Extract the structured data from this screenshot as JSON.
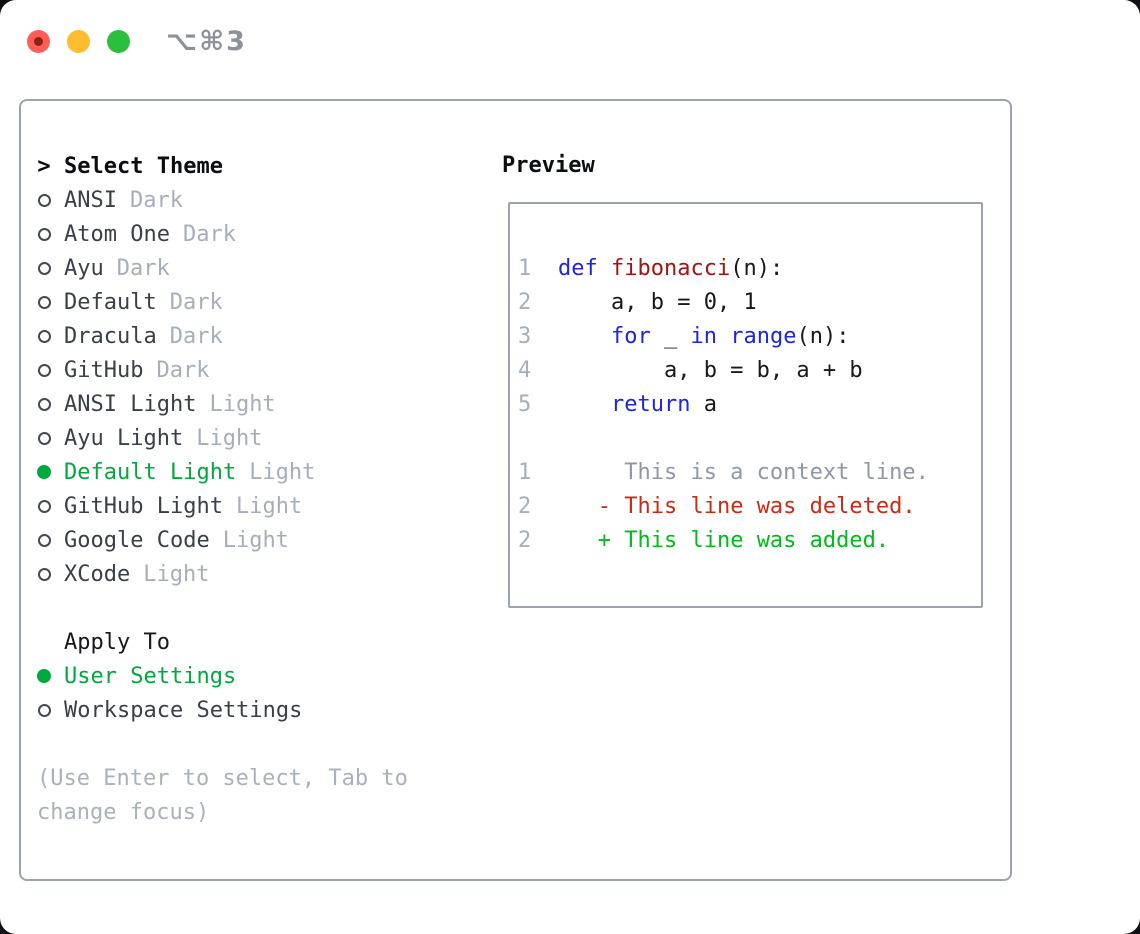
{
  "titlebar": {
    "title": "⌥⌘3",
    "controls": [
      "close",
      "minimize",
      "maximize"
    ]
  },
  "colors": {
    "traffic_close": "#ff5d55",
    "traffic_minimize": "#febc2f",
    "traffic_maximize": "#2ac03e",
    "panel_border": "#9aa3ae",
    "selected_green": "#00a83e",
    "muted_gray": "#a6aebb",
    "item_text": "#3a4048",
    "keyword_blue": "#1d24e2",
    "function_red": "#a31414",
    "diff_deleted": "#cb2a15",
    "diff_added": "#00bc18"
  },
  "theme_list": {
    "prompt": ">",
    "title": "Select Theme",
    "items": [
      {
        "name": "ANSI",
        "variant": "Dark",
        "selected": false
      },
      {
        "name": "Atom One",
        "variant": "Dark",
        "selected": false
      },
      {
        "name": "Ayu",
        "variant": "Dark",
        "selected": false
      },
      {
        "name": "Default",
        "variant": "Dark",
        "selected": false
      },
      {
        "name": "Dracula",
        "variant": "Dark",
        "selected": false
      },
      {
        "name": "GitHub",
        "variant": "Dark",
        "selected": false
      },
      {
        "name": "ANSI Light",
        "variant": "Light",
        "selected": false
      },
      {
        "name": "Ayu Light",
        "variant": "Light",
        "selected": false
      },
      {
        "name": "Default Light",
        "variant": "Light",
        "selected": true
      },
      {
        "name": "GitHub Light",
        "variant": "Light",
        "selected": false
      },
      {
        "name": "Google Code",
        "variant": "Light",
        "selected": false
      },
      {
        "name": "XCode",
        "variant": "Light",
        "selected": false
      }
    ]
  },
  "apply_to": {
    "title": "Apply To",
    "options": [
      {
        "label": "User Settings",
        "selected": true
      },
      {
        "label": "Workspace Settings",
        "selected": false
      }
    ]
  },
  "hint": {
    "line1": "(Use Enter to select, Tab to",
    "line2": "change focus)"
  },
  "preview": {
    "title": "Preview",
    "lines": [
      {
        "num": "1",
        "kind": "code",
        "tokens": [
          [
            "def",
            "kw"
          ],
          [
            " ",
            "pl"
          ],
          [
            "fibonacci",
            "fn"
          ],
          [
            "(n):",
            "pl"
          ]
        ]
      },
      {
        "num": "2",
        "kind": "code",
        "tokens": [
          [
            "    a, b = 0, 1",
            "pl"
          ]
        ]
      },
      {
        "num": "3",
        "kind": "code",
        "tokens": [
          [
            "    ",
            "pl"
          ],
          [
            "for",
            "kw"
          ],
          [
            " _ ",
            "pl"
          ],
          [
            "in",
            "kw"
          ],
          [
            " ",
            "pl"
          ],
          [
            "range",
            "kw"
          ],
          [
            "(n):",
            "pl"
          ]
        ]
      },
      {
        "num": "4",
        "kind": "code",
        "tokens": [
          [
            "        a, b = b, a + b",
            "pl"
          ]
        ]
      },
      {
        "num": "5",
        "kind": "code",
        "tokens": [
          [
            "    ",
            "pl"
          ],
          [
            "return",
            "kw"
          ],
          [
            " a",
            "pl"
          ]
        ]
      },
      {
        "num": "",
        "kind": "blank",
        "tokens": []
      },
      {
        "num": "1",
        "kind": "diff-context",
        "tokens": [
          [
            "     This is a context line.",
            "ctx"
          ]
        ]
      },
      {
        "num": "2",
        "kind": "diff-deleted",
        "tokens": [
          [
            "   ",
            "pl"
          ],
          [
            "- This line was deleted.",
            "del"
          ]
        ]
      },
      {
        "num": "2",
        "kind": "diff-added",
        "tokens": [
          [
            "   ",
            "pl"
          ],
          [
            "+ This line was added.",
            "add"
          ]
        ]
      }
    ]
  }
}
